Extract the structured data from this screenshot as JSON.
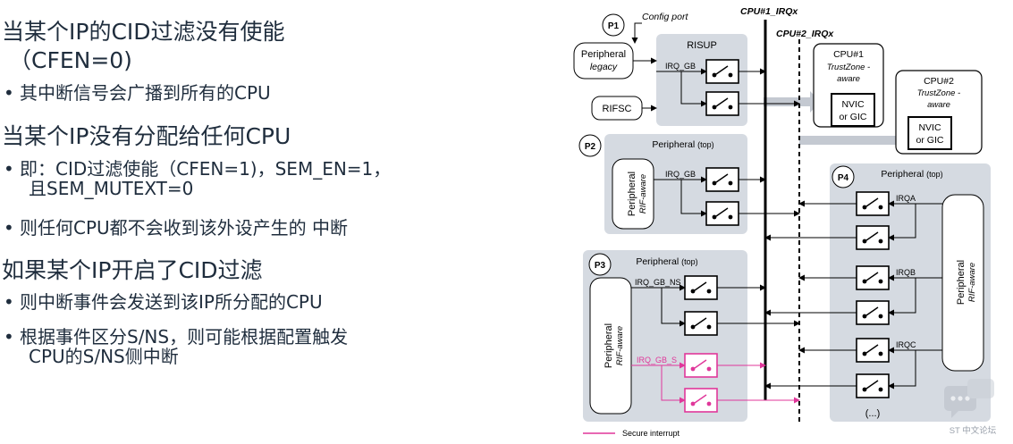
{
  "slide": {
    "heading1_line1": "当某个IP的CID过滤没有使能",
    "heading1_line2": "（CFEN=0)",
    "bullet1": "其中断信号会广播到所有的CPU",
    "heading2": "当某个IP没有分配给任何CPU",
    "bullet2_line1": "即：CID过滤使能（CFEN=1)，SEM_EN=1，",
    "bullet2_line2": "且SEM_MUTEXT=0",
    "bullet3": "则任何CPU都不会收到该外设产生的 中断",
    "heading3": "如果某个IP开启了CID过滤",
    "bullet4": "则中断事件会发送到该IP所分配的CPU",
    "bullet5_line1": "根据事件区分S/NS，则可能根据配置触发",
    "bullet5_line2": "CPU的S/NS侧中断",
    "bullet_symbol": "•"
  },
  "diagram": {
    "config_port": "Config port",
    "cpu1_irq": "CPU#1_IRQx",
    "cpu2_irq": "CPU#2_IRQx",
    "risup": "RISUP",
    "p1": "P1",
    "p2": "P2",
    "p3": "P3",
    "p4": "P4",
    "periph_legacy_title": "Peripheral",
    "periph_legacy_sub": "legacy",
    "rifsc": "RIFSC",
    "irq_gb": "IRQ_GB",
    "irq_gb_ns": "IRQ_GB_NS",
    "irq_gb_s": "IRQ_GB_S",
    "irqa": "IRQA",
    "irqb": "IRQB",
    "irqc": "IRQC",
    "periph_top_word": "Peripheral",
    "periph_top_suffix": "(top)",
    "periph_rif_title": "Peripheral",
    "periph_rif_sub": "RIF-aware",
    "cpu1_title": "CPU#1",
    "cpu2_title": "CPU#2",
    "trustzone_line1": "TrustZone -",
    "trustzone_line2": "aware",
    "nvic_line1": "NVIC",
    "nvic_line2": "or GIC",
    "ellipsis": "(...)",
    "legend_secure": "Secure interrupt",
    "watermark": "ST 中文论坛",
    "colors": {
      "panel": "#d5dae1",
      "secure": "#e0379a",
      "arrow": "#c9ced6",
      "line": "#000000"
    }
  }
}
